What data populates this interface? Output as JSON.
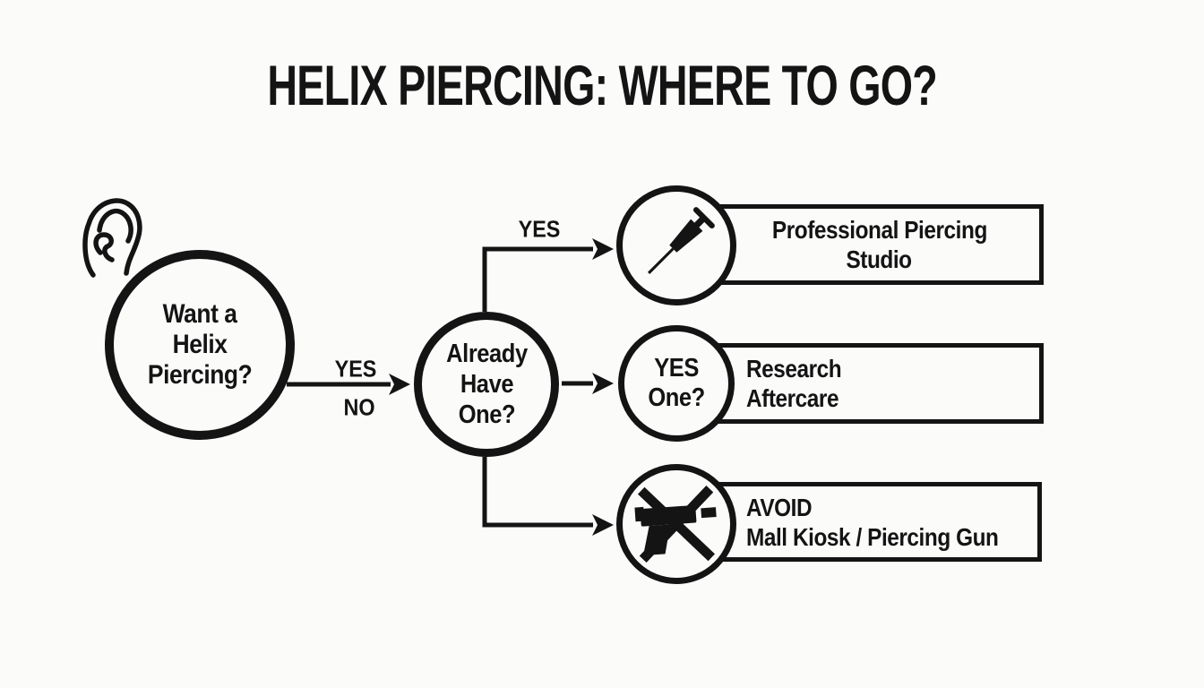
{
  "colors": {
    "ink": "#141414",
    "background": "#fbfbfa"
  },
  "header": {
    "title": "HELIX PIERCING: WHERE TO GO?"
  },
  "flowchart": {
    "start_node": {
      "lines": [
        "Want a",
        "Helix",
        "Piercing?"
      ]
    },
    "start_edge_labels": {
      "yes": "YES",
      "no": "NO"
    },
    "decision_node": {
      "lines": [
        "Already",
        "Have",
        "One?"
      ]
    },
    "studio_edge_label": "YES",
    "aftercare_node": {
      "lines": [
        "YES",
        "One?"
      ]
    },
    "icons": {
      "ear": "ear-outline-icon",
      "studio": "piercing-needle-icon",
      "avoid": "crossed-piercing-gun-icon"
    },
    "outcome_boxes": {
      "studio": {
        "lines": [
          "Professional Piercing",
          "Studio"
        ]
      },
      "aftercare": {
        "lines": [
          "Research",
          "Aftercare"
        ]
      },
      "avoid": {
        "lines": [
          "AVOID",
          "Mall Kiosk / Piercing Gun"
        ]
      }
    }
  }
}
